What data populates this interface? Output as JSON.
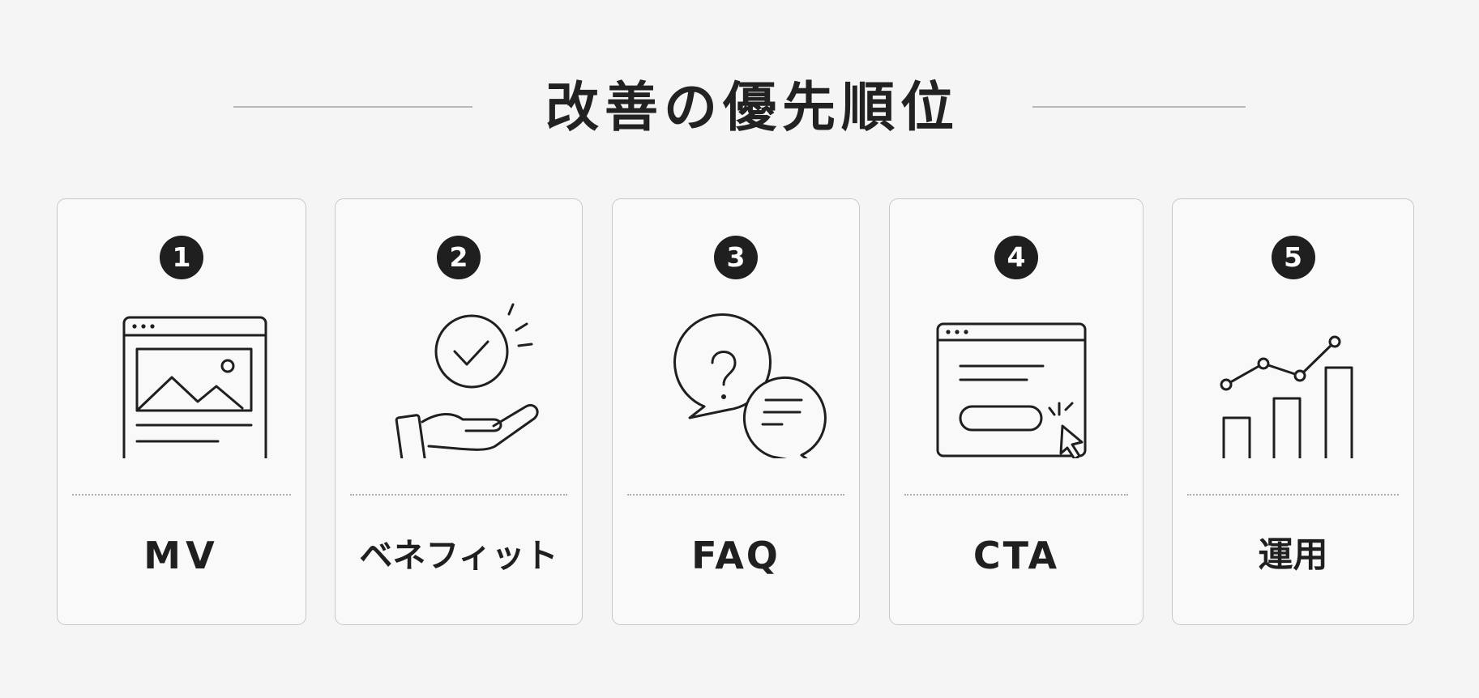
{
  "title": "改善の優先順位",
  "colors": {
    "background": "#f5f5f5",
    "card_border": "#c8c8c8",
    "badge": "#1f1f1f",
    "text": "#1f1f1f"
  },
  "cards": [
    {
      "number": "1",
      "label": "MV",
      "icon": "browser-hero-image-icon"
    },
    {
      "number": "2",
      "label": "ベネフィット",
      "icon": "hand-check-benefit-icon"
    },
    {
      "number": "3",
      "label": "FAQ",
      "icon": "speech-bubbles-question-icon"
    },
    {
      "number": "4",
      "label": "CTA",
      "icon": "browser-cta-click-icon"
    },
    {
      "number": "5",
      "label": "運用",
      "icon": "growth-bar-chart-icon"
    }
  ]
}
